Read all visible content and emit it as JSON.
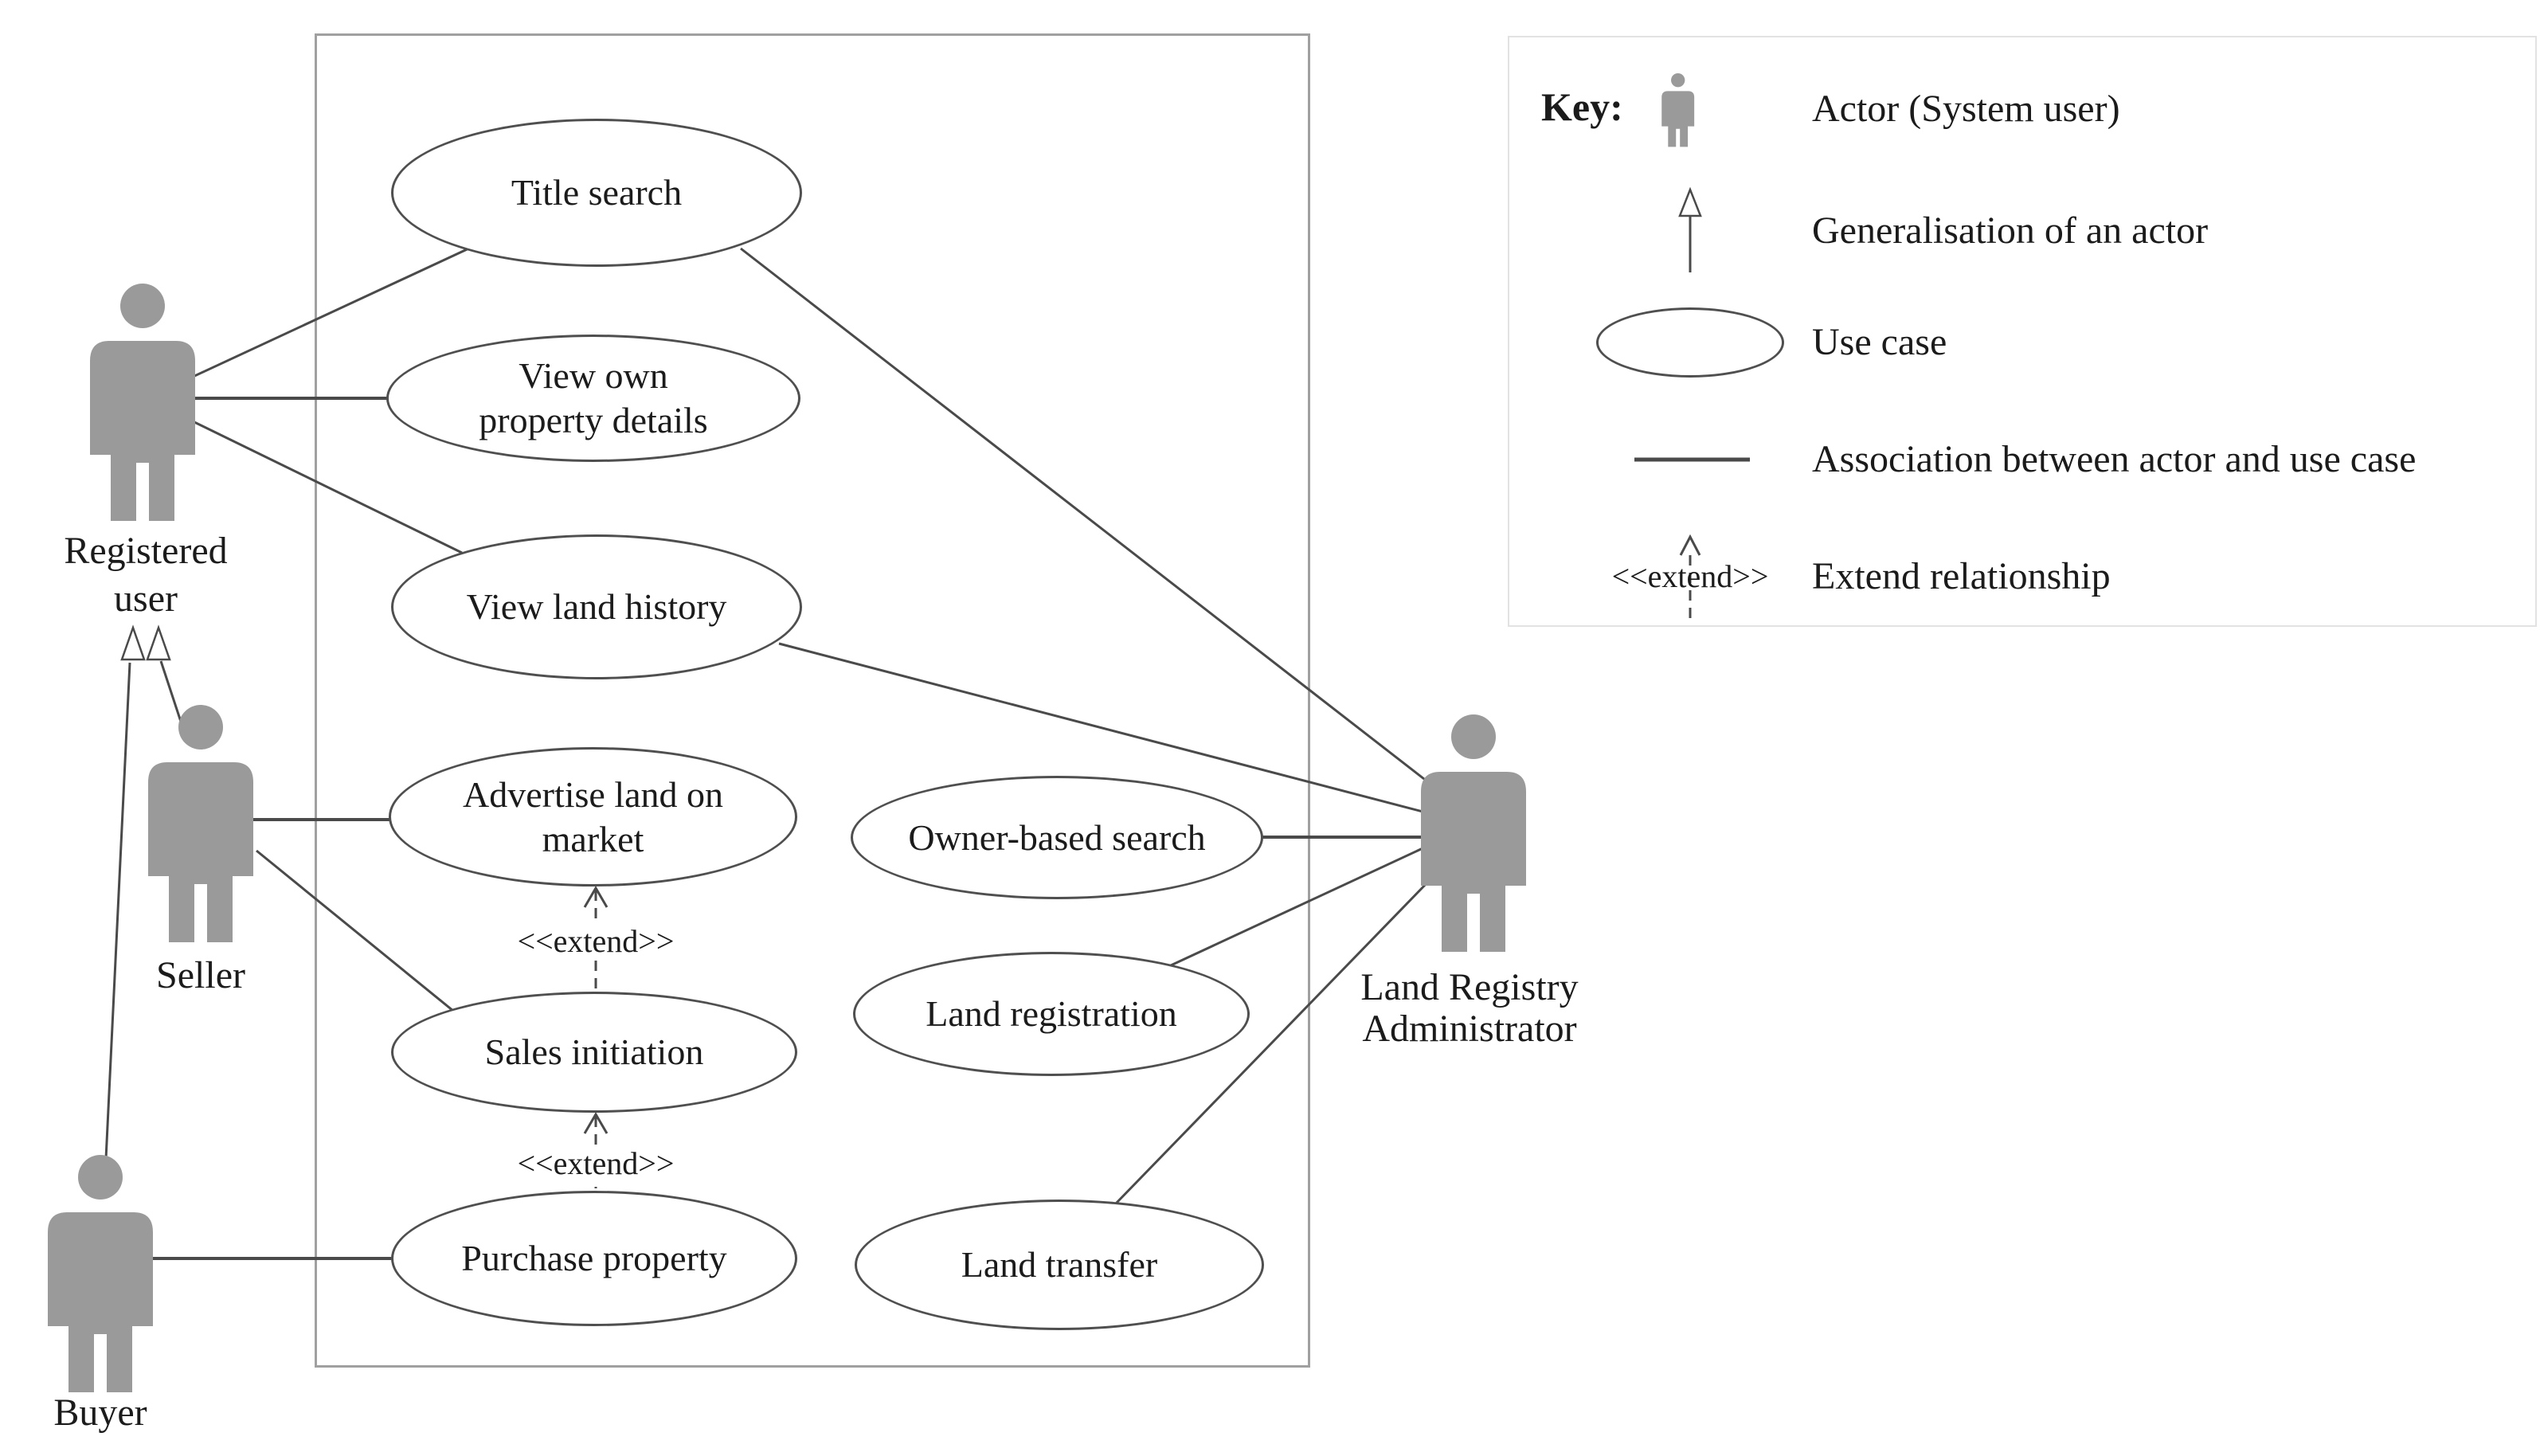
{
  "figure": {
    "type": "uml-use-case-diagram",
    "actors": [
      {
        "name": "Registered user",
        "label": "Registered\nuser"
      },
      {
        "name": "Seller",
        "label": "Seller"
      },
      {
        "name": "Buyer",
        "label": "Buyer"
      },
      {
        "name": "Land Registry Administrator",
        "label": "Land Registry\nAdministrator"
      }
    ],
    "use_cases": [
      {
        "label": "Title search"
      },
      {
        "label": "View own\nproperty details"
      },
      {
        "label": "View land history"
      },
      {
        "label": "Advertise land on\nmarket"
      },
      {
        "label": "Sales initiation"
      },
      {
        "label": "Purchase property"
      },
      {
        "label": "Owner-based search"
      },
      {
        "label": "Land registration"
      },
      {
        "label": "Land transfer"
      }
    ],
    "extend_labels": [
      {
        "text": "<<extend>>"
      },
      {
        "text": "<<extend>>"
      }
    ],
    "relationships": {
      "associations": [
        [
          "Registered user",
          "Title search"
        ],
        [
          "Registered user",
          "View own property details"
        ],
        [
          "Registered user",
          "View land history"
        ],
        [
          "Title search",
          "Land Registry Administrator"
        ],
        [
          "View land history",
          "Land Registry Administrator"
        ],
        [
          "Owner-based search",
          "Land Registry Administrator"
        ],
        [
          "Land registration",
          "Land Registry Administrator"
        ],
        [
          "Land transfer",
          "Land Registry Administrator"
        ],
        [
          "Seller",
          "Advertise land on market"
        ],
        [
          "Seller",
          "Sales initiation"
        ],
        [
          "Buyer",
          "Purchase property"
        ]
      ],
      "generalizations": [
        [
          "Seller",
          "Registered user"
        ],
        [
          "Buyer",
          "Registered user"
        ]
      ],
      "extends": [
        [
          "Sales initiation",
          "Advertise land on market"
        ],
        [
          "Purchase property",
          "Sales initiation"
        ]
      ]
    }
  },
  "key": {
    "title": "Key:",
    "rows": [
      {
        "symbol": "actor-icon",
        "label": "Actor (System user)"
      },
      {
        "symbol": "generalisation-arrow",
        "label": "Generalisation of an actor"
      },
      {
        "symbol": "use-case-ellipse",
        "label": "Use case"
      },
      {
        "symbol": "association-line",
        "label": "Association between actor and use case"
      },
      {
        "symbol": "extend-arrow",
        "label": "Extend relationship"
      }
    ],
    "extend_symbol_text": "<<extend>>"
  },
  "colors": {
    "actor_fill": "#9a9a9a",
    "line": "#4a4a4a",
    "ellipse_stroke": "#4f4f4f",
    "boundary_stroke": "#a0a0a0",
    "text": "#1b1b1b",
    "key_border": "#e2e2e2",
    "background": "#ffffff"
  }
}
